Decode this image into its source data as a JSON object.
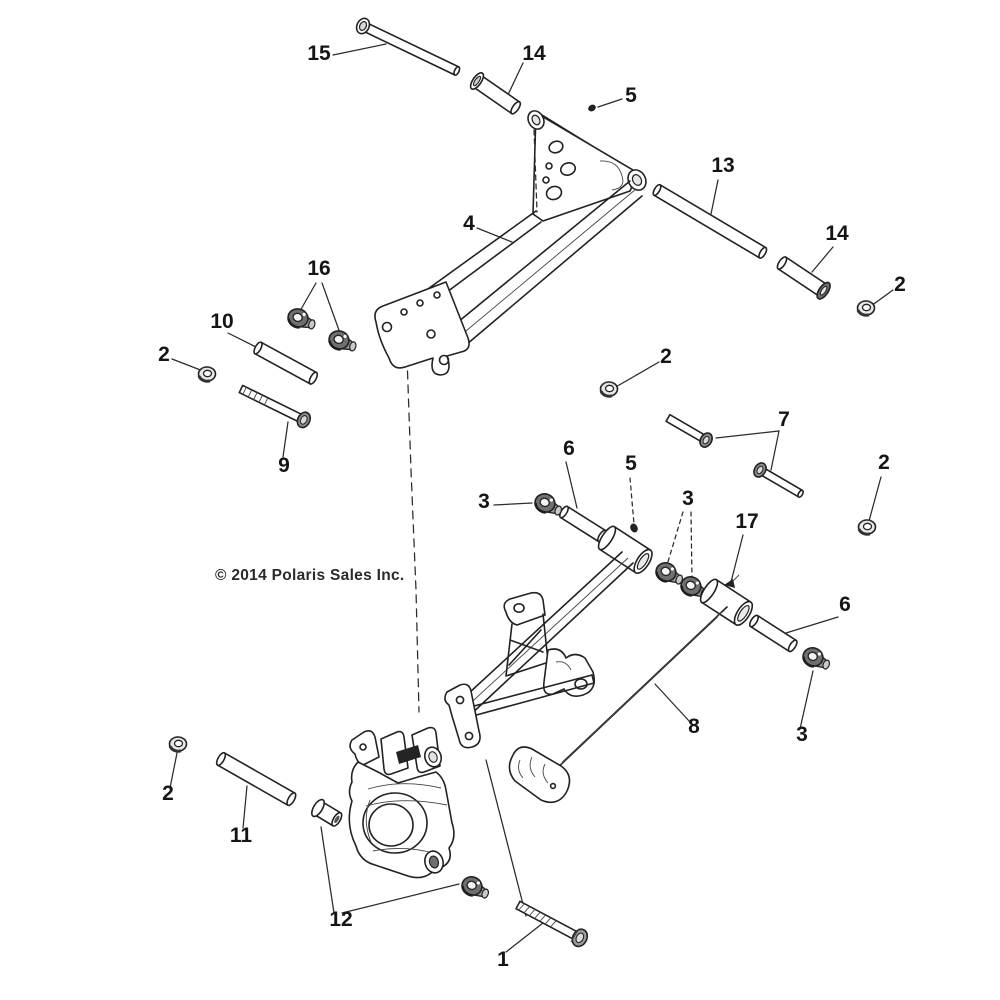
{
  "diagram": {
    "kind": "exploded-parts-diagram",
    "subject": "rear suspension control arms and knuckle",
    "copyright": "© 2014 Polaris Sales Inc."
  },
  "callouts": [
    {
      "id": "c15",
      "text": "15"
    },
    {
      "id": "c14-top",
      "text": "14"
    },
    {
      "id": "c5-top",
      "text": "5"
    },
    {
      "id": "c13",
      "text": "13"
    },
    {
      "id": "c4",
      "text": "4"
    },
    {
      "id": "c14-right",
      "text": "14"
    },
    {
      "id": "c2-top-right",
      "text": "2"
    },
    {
      "id": "c16",
      "text": "16"
    },
    {
      "id": "c10",
      "text": "10"
    },
    {
      "id": "c2-left",
      "text": "2"
    },
    {
      "id": "c9",
      "text": "9"
    },
    {
      "id": "c2-mid",
      "text": "2"
    },
    {
      "id": "c7",
      "text": "7"
    },
    {
      "id": "c2-right",
      "text": "2"
    },
    {
      "id": "c6-left",
      "text": "6"
    },
    {
      "id": "c3-left",
      "text": "3"
    },
    {
      "id": "c5-mid",
      "text": "5"
    },
    {
      "id": "c3-mid",
      "text": "3"
    },
    {
      "id": "c17",
      "text": "17"
    },
    {
      "id": "c6-right",
      "text": "6"
    },
    {
      "id": "c3-right",
      "text": "3"
    },
    {
      "id": "c8",
      "text": "8"
    },
    {
      "id": "c2-bottom-left",
      "text": "2"
    },
    {
      "id": "c11",
      "text": "11"
    },
    {
      "id": "c12",
      "text": "12"
    },
    {
      "id": "c1",
      "text": "1"
    }
  ]
}
